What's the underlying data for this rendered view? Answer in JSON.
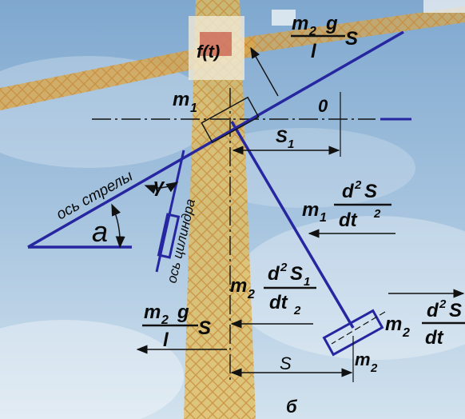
{
  "labels": {
    "boom_axis": "ось стрелы",
    "cylinder_axis": "ось цилиндра",
    "f_t": "f(t)",
    "m1": "m",
    "m1_sub": "1",
    "zero": "0",
    "s1": "S",
    "s1_sub": "1",
    "alpha": "a",
    "gamma": "γ",
    "s": "S",
    "m2": "m",
    "m2_sub": "2",
    "b": "б"
  },
  "formulas": {
    "top_m2g": {
      "num": "m",
      "num_sub": "2",
      "g": "g",
      "s": "S",
      "den": "l"
    },
    "left_m2g": {
      "num": "m",
      "num_sub": "2",
      "g": "g",
      "s": "S",
      "den": "l"
    },
    "m1_accel": {
      "coef": "m",
      "coef_sub": "1",
      "num": "d",
      "sup": "2",
      "num_var": "S",
      "den": "dt",
      "den_sup": "2"
    },
    "m2_accel_s1": {
      "coef": "m",
      "coef_sub": "2",
      "num": "d",
      "sup": "2",
      "num_var": "S",
      "num_sub": "1",
      "den": "dt",
      "den_sub": "2"
    },
    "m2_accel_right": {
      "coef": "m",
      "coef_sub": "2",
      "num": "d",
      "sup": "2",
      "num_var": "S",
      "den": "dt"
    }
  },
  "colors": {
    "sky_top": "#7fa8cf",
    "sky_bottom": "#c9dcea",
    "crane_yellow": "#e0b84a",
    "crane_orange": "#d98a3a",
    "drawing_blue": "#2626a0",
    "drawing_black": "#111111"
  }
}
